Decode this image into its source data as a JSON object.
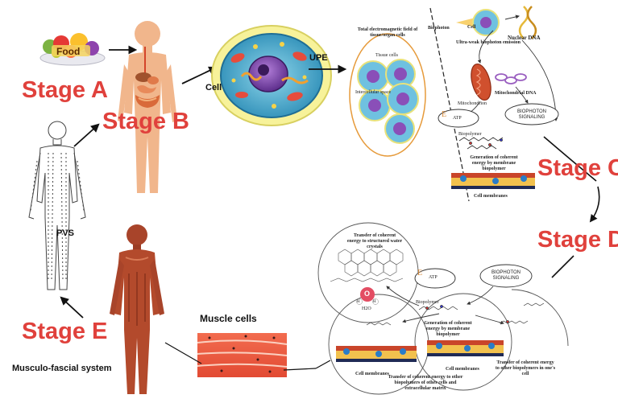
{
  "food_label": "Food",
  "stages": {
    "a": "Stage A",
    "b": "Stage B",
    "c": "Stage C",
    "d": "Stage D",
    "e": "Stage E"
  },
  "labels": {
    "cell": "Cell",
    "upe": "UPE",
    "pvs": "PVS",
    "muscle_cells": "Muscle cells",
    "musculo_fascial": "Musculo-fascial system"
  },
  "panel_c": {
    "field_title": "Total electromagnetic field of tissue/organ cells",
    "tissue_cells": "Tissue cells",
    "intercellular_space": "Intercellular space",
    "biophoton": "Biophoton",
    "cell": "Cell",
    "ultra_weak": "Ultra-weak biophoton emission",
    "nuclear_dna": "Nuclear DNA",
    "mitochondrion": "Mitochondrion",
    "mitochondrial_dna": "Mitochondrial DNA",
    "atp": "ATP",
    "biophoton_signaling": "BIOPHOTON SIGNALING",
    "e_symbol": "E",
    "biopolymer": "Biopolymer",
    "generation": "Generation of coherent energy by membrane biopolymer",
    "cell_membranes": "Cell membranes"
  },
  "panel_d": {
    "transfer_water": "Transfer of coherent energy to structured water crystals",
    "atp": "ATP",
    "biophoton_signaling": "BIOPHOTON SIGNALING",
    "e_symbol": "E",
    "o_symbol": "O",
    "h_symbol": "H",
    "h2o": "H2O",
    "biopolymer": "Biopolymer",
    "generation": "Generation of coherent energy by membrane biopolymer",
    "cell_membranes_left": "Cell membranes",
    "cell_membranes_mid": "Cell membranes",
    "transfer_own": "Transfer of coherent energy to other biopolymers in one's cell",
    "transfer_other": "Transfer of coherent energy to other biopolymers of other cells and extracellular matrix"
  }
}
